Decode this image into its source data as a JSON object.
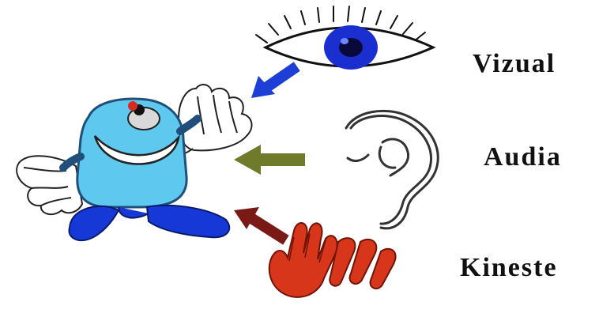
{
  "labels": {
    "visual": "Vizual",
    "auditory": "Audia",
    "kinesthetic": "Kineste"
  },
  "icons": {
    "eye": "eye-icon",
    "ear": "ear-icon",
    "hand": "hand-icon",
    "character": "cartoon-character"
  },
  "colors": {
    "character_body": "#5ec8ef",
    "character_feet": "#1638d6",
    "eye_iris": "#1b2fd0",
    "arrow_visual": "#1e3fd6",
    "arrow_auditory": "#6f7a2a",
    "arrow_kinesthetic": "#7a1a16",
    "hand_red": "#d8361a"
  }
}
